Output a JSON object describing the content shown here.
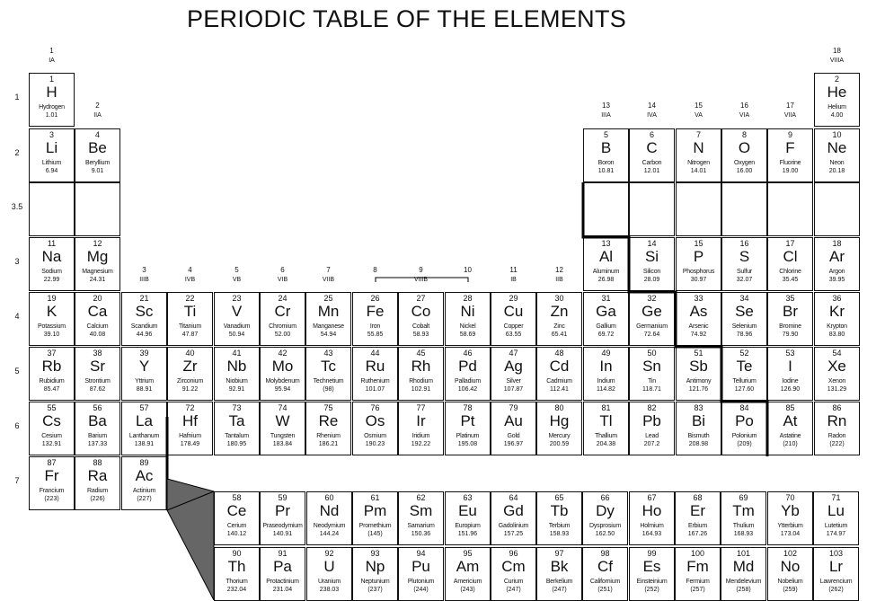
{
  "title": "PERIODIC TABLE OF THE ELEMENTS",
  "periods": [
    {
      "label": "1",
      "row": "1"
    },
    {
      "label": "2",
      "row": "2"
    },
    {
      "label": "3.5",
      "row": "3.5"
    },
    {
      "label": "3",
      "row": "3"
    },
    {
      "label": "4",
      "row": "4"
    },
    {
      "label": "5",
      "row": "5"
    },
    {
      "label": "6",
      "row": "6"
    },
    {
      "label": "7",
      "row": "7"
    }
  ],
  "groups": [
    {
      "col": 1,
      "num": "1",
      "roman": "IA"
    },
    {
      "col": 2,
      "num": "2",
      "roman": "IIA"
    },
    {
      "col": 3,
      "num": "3",
      "roman": "IIIB"
    },
    {
      "col": 4,
      "num": "4",
      "roman": "IVB"
    },
    {
      "col": 5,
      "num": "5",
      "roman": "VB"
    },
    {
      "col": 6,
      "num": "6",
      "roman": "VIB"
    },
    {
      "col": 7,
      "num": "7",
      "roman": "VIIB"
    },
    {
      "col": 8,
      "num": "8",
      "roman": ""
    },
    {
      "col": 9,
      "num": "9",
      "roman": "VIIIB"
    },
    {
      "col": 10,
      "num": "10",
      "roman": ""
    },
    {
      "col": 11,
      "num": "11",
      "roman": "IB"
    },
    {
      "col": 12,
      "num": "12",
      "roman": "IIB"
    },
    {
      "col": 13,
      "num": "13",
      "roman": "IIIA"
    },
    {
      "col": 14,
      "num": "14",
      "roman": "IVA"
    },
    {
      "col": 15,
      "num": "15",
      "roman": "VA"
    },
    {
      "col": 16,
      "num": "16",
      "roman": "VIA"
    },
    {
      "col": 17,
      "num": "17",
      "roman": "VIIA"
    },
    {
      "col": 18,
      "num": "18",
      "roman": "VIIIA"
    }
  ],
  "elements": [
    {
      "n": "1",
      "s": "H",
      "name": "Hydrogen",
      "m": "1.01",
      "row": "1",
      "col": 1
    },
    {
      "n": "2",
      "s": "He",
      "name": "Helium",
      "m": "4.00",
      "row": "1",
      "col": 18
    },
    {
      "n": "3",
      "s": "Li",
      "name": "Lithium",
      "m": "6.94",
      "row": "2",
      "col": 1
    },
    {
      "n": "4",
      "s": "Be",
      "name": "Beryllium",
      "m": "9.01",
      "row": "2",
      "col": 2
    },
    {
      "n": "5",
      "s": "B",
      "name": "Boron",
      "m": "10.81",
      "row": "2",
      "col": 13
    },
    {
      "n": "6",
      "s": "C",
      "name": "Carbon",
      "m": "12.01",
      "row": "2",
      "col": 14
    },
    {
      "n": "7",
      "s": "N",
      "name": "Nitrogen",
      "m": "14.01",
      "row": "2",
      "col": 15
    },
    {
      "n": "8",
      "s": "O",
      "name": "Oxygen",
      "m": "16.00",
      "row": "2",
      "col": 16
    },
    {
      "n": "9",
      "s": "F",
      "name": "Fluorine",
      "m": "19.00",
      "row": "2",
      "col": 17
    },
    {
      "n": "10",
      "s": "Ne",
      "name": "Neon",
      "m": "20.18",
      "row": "2",
      "col": 18
    },
    {
      "n": "",
      "s": "",
      "name": "",
      "m": "",
      "row": "3.5",
      "col": 1
    },
    {
      "n": "",
      "s": "",
      "name": "",
      "m": "",
      "row": "3.5",
      "col": 2
    },
    {
      "n": "",
      "s": "",
      "name": "",
      "m": "",
      "row": "3.5",
      "col": 13
    },
    {
      "n": "",
      "s": "",
      "name": "",
      "m": "",
      "row": "3.5",
      "col": 14
    },
    {
      "n": "",
      "s": "",
      "name": "",
      "m": "",
      "row": "3.5",
      "col": 15
    },
    {
      "n": "",
      "s": "",
      "name": "",
      "m": "",
      "row": "3.5",
      "col": 16
    },
    {
      "n": "",
      "s": "",
      "name": "",
      "m": "",
      "row": "3.5",
      "col": 17
    },
    {
      "n": "",
      "s": "",
      "name": "",
      "m": "",
      "row": "3.5",
      "col": 18
    },
    {
      "n": "11",
      "s": "Na",
      "name": "Sodium",
      "m": "22.99",
      "row": "3",
      "col": 1
    },
    {
      "n": "12",
      "s": "Mg",
      "name": "Magnesium",
      "m": "24.31",
      "row": "3",
      "col": 2
    },
    {
      "n": "13",
      "s": "Al",
      "name": "Aluminum",
      "m": "26.98",
      "row": "3",
      "col": 13
    },
    {
      "n": "14",
      "s": "Si",
      "name": "Silicon",
      "m": "28.09",
      "row": "3",
      "col": 14
    },
    {
      "n": "15",
      "s": "P",
      "name": "Phosphorus",
      "m": "30.97",
      "row": "3",
      "col": 15
    },
    {
      "n": "16",
      "s": "S",
      "name": "Sulfur",
      "m": "32.07",
      "row": "3",
      "col": 16
    },
    {
      "n": "17",
      "s": "Cl",
      "name": "Chlorine",
      "m": "35.45",
      "row": "3",
      "col": 17
    },
    {
      "n": "18",
      "s": "Ar",
      "name": "Argon",
      "m": "39.95",
      "row": "3",
      "col": 18
    },
    {
      "n": "19",
      "s": "K",
      "name": "Potassium",
      "m": "39.10",
      "row": "4",
      "col": 1
    },
    {
      "n": "20",
      "s": "Ca",
      "name": "Calcium",
      "m": "40.08",
      "row": "4",
      "col": 2
    },
    {
      "n": "21",
      "s": "Sc",
      "name": "Scandium",
      "m": "44.96",
      "row": "4",
      "col": 3
    },
    {
      "n": "22",
      "s": "Ti",
      "name": "Titanium",
      "m": "47.87",
      "row": "4",
      "col": 4
    },
    {
      "n": "23",
      "s": "V",
      "name": "Vanadium",
      "m": "50.94",
      "row": "4",
      "col": 5
    },
    {
      "n": "24",
      "s": "Cr",
      "name": "Chromium",
      "m": "52.00",
      "row": "4",
      "col": 6
    },
    {
      "n": "25",
      "s": "Mn",
      "name": "Manganese",
      "m": "54.94",
      "row": "4",
      "col": 7
    },
    {
      "n": "26",
      "s": "Fe",
      "name": "Iron",
      "m": "55.85",
      "row": "4",
      "col": 8
    },
    {
      "n": "27",
      "s": "Co",
      "name": "Cobalt",
      "m": "58.93",
      "row": "4",
      "col": 9
    },
    {
      "n": "28",
      "s": "Ni",
      "name": "Nickel",
      "m": "58.69",
      "row": "4",
      "col": 10
    },
    {
      "n": "29",
      "s": "Cu",
      "name": "Copper",
      "m": "63.55",
      "row": "4",
      "col": 11
    },
    {
      "n": "30",
      "s": "Zn",
      "name": "Zinc",
      "m": "65.41",
      "row": "4",
      "col": 12
    },
    {
      "n": "31",
      "s": "Ga",
      "name": "Gallium",
      "m": "69.72",
      "row": "4",
      "col": 13
    },
    {
      "n": "32",
      "s": "Ge",
      "name": "Germanium",
      "m": "72.64",
      "row": "4",
      "col": 14
    },
    {
      "n": "33",
      "s": "As",
      "name": "Arsenic",
      "m": "74.92",
      "row": "4",
      "col": 15
    },
    {
      "n": "34",
      "s": "Se",
      "name": "Selenium",
      "m": "78.96",
      "row": "4",
      "col": 16
    },
    {
      "n": "35",
      "s": "Br",
      "name": "Bromine",
      "m": "79.90",
      "row": "4",
      "col": 17
    },
    {
      "n": "36",
      "s": "Kr",
      "name": "Krypton",
      "m": "83.80",
      "row": "4",
      "col": 18
    },
    {
      "n": "37",
      "s": "Rb",
      "name": "Rubidium",
      "m": "85.47",
      "row": "5",
      "col": 1
    },
    {
      "n": "38",
      "s": "Sr",
      "name": "Strontium",
      "m": "87.62",
      "row": "5",
      "col": 2
    },
    {
      "n": "39",
      "s": "Y",
      "name": "Yttrium",
      "m": "88.91",
      "row": "5",
      "col": 3
    },
    {
      "n": "40",
      "s": "Zr",
      "name": "Zirconium",
      "m": "91.22",
      "row": "5",
      "col": 4
    },
    {
      "n": "41",
      "s": "Nb",
      "name": "Niobium",
      "m": "92.91",
      "row": "5",
      "col": 5
    },
    {
      "n": "42",
      "s": "Mo",
      "name": "Molybdenum",
      "m": "95.94",
      "row": "5",
      "col": 6
    },
    {
      "n": "43",
      "s": "Tc",
      "name": "Technetium",
      "m": "(98)",
      "row": "5",
      "col": 7
    },
    {
      "n": "44",
      "s": "Ru",
      "name": "Ruthenium",
      "m": "101.07",
      "row": "5",
      "col": 8
    },
    {
      "n": "45",
      "s": "Rh",
      "name": "Rhodium",
      "m": "102.91",
      "row": "5",
      "col": 9
    },
    {
      "n": "46",
      "s": "Pd",
      "name": "Palladium",
      "m": "106.42",
      "row": "5",
      "col": 10
    },
    {
      "n": "47",
      "s": "Ag",
      "name": "Silver",
      "m": "107.87",
      "row": "5",
      "col": 11
    },
    {
      "n": "48",
      "s": "Cd",
      "name": "Cadmium",
      "m": "112.41",
      "row": "5",
      "col": 12
    },
    {
      "n": "49",
      "s": "In",
      "name": "Indium",
      "m": "114.82",
      "row": "5",
      "col": 13
    },
    {
      "n": "50",
      "s": "Sn",
      "name": "Tin",
      "m": "118.71",
      "row": "5",
      "col": 14
    },
    {
      "n": "51",
      "s": "Sb",
      "name": "Antimony",
      "m": "121.76",
      "row": "5",
      "col": 15
    },
    {
      "n": "52",
      "s": "Te",
      "name": "Tellurium",
      "m": "127.60",
      "row": "5",
      "col": 16
    },
    {
      "n": "53",
      "s": "I",
      "name": "Iodine",
      "m": "126.90",
      "row": "5",
      "col": 17
    },
    {
      "n": "54",
      "s": "Xe",
      "name": "Xenon",
      "m": "131.29",
      "row": "5",
      "col": 18
    },
    {
      "n": "55",
      "s": "Cs",
      "name": "Cesium",
      "m": "132.91",
      "row": "6",
      "col": 1
    },
    {
      "n": "56",
      "s": "Ba",
      "name": "Barium",
      "m": "137.33",
      "row": "6",
      "col": 2
    },
    {
      "n": "57",
      "s": "La",
      "name": "Lanthanum",
      "m": "138.91",
      "row": "6",
      "col": 3
    },
    {
      "n": "72",
      "s": "Hf",
      "name": "Hafnium",
      "m": "178.49",
      "row": "6",
      "col": 4
    },
    {
      "n": "73",
      "s": "Ta",
      "name": "Tantalum",
      "m": "180.95",
      "row": "6",
      "col": 5
    },
    {
      "n": "74",
      "s": "W",
      "name": "Tungsten",
      "m": "183.84",
      "row": "6",
      "col": 6
    },
    {
      "n": "75",
      "s": "Re",
      "name": "Rhenium",
      "m": "186.21",
      "row": "6",
      "col": 7
    },
    {
      "n": "76",
      "s": "Os",
      "name": "Osmium",
      "m": "190.23",
      "row": "6",
      "col": 8
    },
    {
      "n": "77",
      "s": "Ir",
      "name": "Iridium",
      "m": "192.22",
      "row": "6",
      "col": 9
    },
    {
      "n": "78",
      "s": "Pt",
      "name": "Platinum",
      "m": "195.08",
      "row": "6",
      "col": 10
    },
    {
      "n": "79",
      "s": "Au",
      "name": "Gold",
      "m": "196.97",
      "row": "6",
      "col": 11
    },
    {
      "n": "80",
      "s": "Hg",
      "name": "Mercury",
      "m": "200.59",
      "row": "6",
      "col": 12
    },
    {
      "n": "81",
      "s": "Tl",
      "name": "Thallium",
      "m": "204.38",
      "row": "6",
      "col": 13
    },
    {
      "n": "82",
      "s": "Pb",
      "name": "Lead",
      "m": "207.2",
      "row": "6",
      "col": 14
    },
    {
      "n": "83",
      "s": "Bi",
      "name": "Bismuth",
      "m": "208.98",
      "row": "6",
      "col": 15
    },
    {
      "n": "84",
      "s": "Po",
      "name": "Polonium",
      "m": "(209)",
      "row": "6",
      "col": 16
    },
    {
      "n": "85",
      "s": "At",
      "name": "Astatine",
      "m": "(210)",
      "row": "6",
      "col": 17
    },
    {
      "n": "86",
      "s": "Rn",
      "name": "Radon",
      "m": "(222)",
      "row": "6",
      "col": 18
    },
    {
      "n": "87",
      "s": "Fr",
      "name": "Francium",
      "m": "(223)",
      "row": "7",
      "col": 1
    },
    {
      "n": "88",
      "s": "Ra",
      "name": "Radium",
      "m": "(226)",
      "row": "7",
      "col": 2
    },
    {
      "n": "89",
      "s": "Ac",
      "name": "Actinium",
      "m": "(227)",
      "row": "7",
      "col": 3
    }
  ],
  "lanthanides": [
    {
      "n": "58",
      "s": "Ce",
      "name": "Cerium",
      "m": "140.12"
    },
    {
      "n": "59",
      "s": "Pr",
      "name": "Praseodymium",
      "m": "140.91"
    },
    {
      "n": "60",
      "s": "Nd",
      "name": "Neodymium",
      "m": "144.24"
    },
    {
      "n": "61",
      "s": "Pm",
      "name": "Promethium",
      "m": "(145)"
    },
    {
      "n": "62",
      "s": "Sm",
      "name": "Samarium",
      "m": "150.36"
    },
    {
      "n": "63",
      "s": "Eu",
      "name": "Europium",
      "m": "151.96"
    },
    {
      "n": "64",
      "s": "Gd",
      "name": "Gadolinium",
      "m": "157.25"
    },
    {
      "n": "65",
      "s": "Tb",
      "name": "Terbium",
      "m": "158.93"
    },
    {
      "n": "66",
      "s": "Dy",
      "name": "Dysprosium",
      "m": "162.50"
    },
    {
      "n": "67",
      "s": "Ho",
      "name": "Holmium",
      "m": "164.93"
    },
    {
      "n": "68",
      "s": "Er",
      "name": "Erbium",
      "m": "167.26"
    },
    {
      "n": "69",
      "s": "Tm",
      "name": "Thulium",
      "m": "168.93"
    },
    {
      "n": "70",
      "s": "Yb",
      "name": "Ytterbium",
      "m": "173.04"
    },
    {
      "n": "71",
      "s": "Lu",
      "name": "Lutetium",
      "m": "174.97"
    }
  ],
  "actinides": [
    {
      "n": "90",
      "s": "Th",
      "name": "Thorium",
      "m": "232.04"
    },
    {
      "n": "91",
      "s": "Pa",
      "name": "Protactinium",
      "m": "231.04"
    },
    {
      "n": "92",
      "s": "U",
      "name": "Uranium",
      "m": "238.03"
    },
    {
      "n": "93",
      "s": "Np",
      "name": "Neptunium",
      "m": "(237)"
    },
    {
      "n": "94",
      "s": "Pu",
      "name": "Plutonium",
      "m": "(244)"
    },
    {
      "n": "95",
      "s": "Am",
      "name": "Americium",
      "m": "(243)"
    },
    {
      "n": "96",
      "s": "Cm",
      "name": "Curium",
      "m": "(247)"
    },
    {
      "n": "97",
      "s": "Bk",
      "name": "Berkelium",
      "m": "(247)"
    },
    {
      "n": "98",
      "s": "Cf",
      "name": "Californium",
      "m": "(251)"
    },
    {
      "n": "99",
      "s": "Es",
      "name": "Einsteinium",
      "m": "(252)"
    },
    {
      "n": "100",
      "s": "Fm",
      "name": "Fermium",
      "m": "(257)"
    },
    {
      "n": "101",
      "s": "Md",
      "name": "Mendelevium",
      "m": "(258)"
    },
    {
      "n": "102",
      "s": "No",
      "name": "Nobelium",
      "m": "(259)"
    },
    {
      "n": "103",
      "s": "Lr",
      "name": "Lawrencium",
      "m": "(262)"
    }
  ]
}
